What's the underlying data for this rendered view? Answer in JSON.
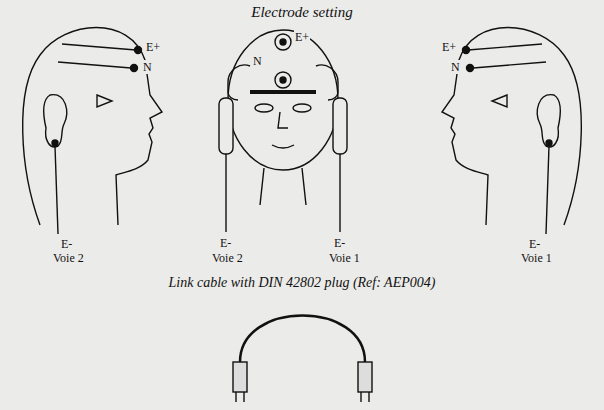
{
  "diagram": {
    "title": "Electrode setting",
    "labels": [
      "E+",
      "N",
      "E-",
      "Voie 2",
      "N",
      "E+",
      "E-",
      "Voie 2",
      "E-",
      "Voie 1",
      "E+",
      "N",
      "E-",
      "Voie 1",
      "Link cable with DIN 42802 plug (Ref: AEP004)"
    ]
  }
}
